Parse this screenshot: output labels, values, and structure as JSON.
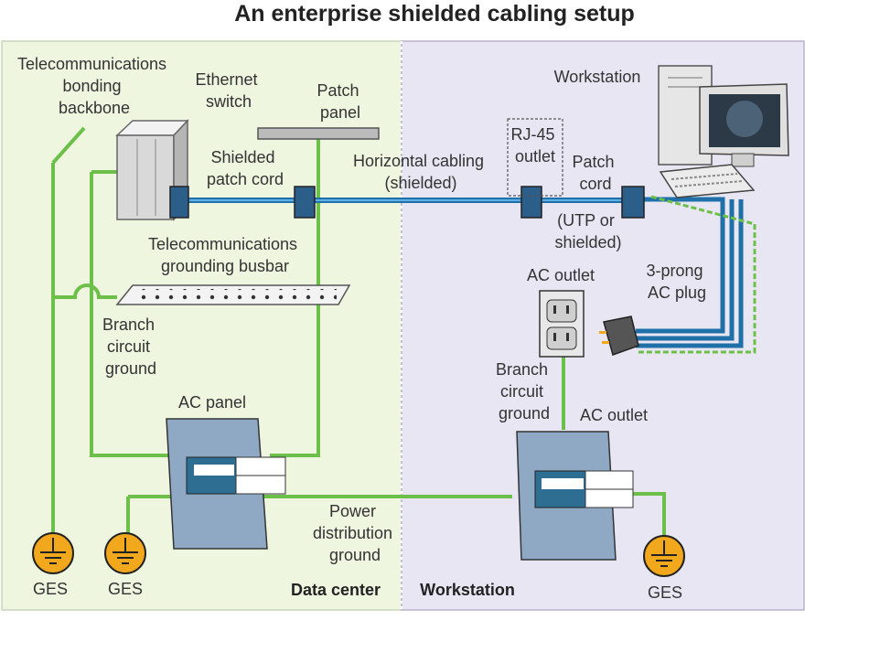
{
  "title": "An enterprise shielded cabling setup",
  "zones": {
    "left": "Data center",
    "right": "Workstation"
  },
  "labels": {
    "telecom_backbone": [
      "Telecommunications",
      "bonding",
      "backbone"
    ],
    "ethernet_switch": [
      "Ethernet",
      "switch"
    ],
    "patch_panel": [
      "Patch",
      "panel"
    ],
    "shielded_patch_cord": [
      "Shielded",
      "patch cord"
    ],
    "horizontal_cabling": [
      "Horizontal cabling",
      "(shielded)"
    ],
    "rj45_outlet": [
      "RJ-45",
      "outlet"
    ],
    "patch_cord_right": [
      "Patch",
      "cord"
    ],
    "utp_shielded": [
      "(UTP or",
      "shielded)"
    ],
    "workstation": "Workstation",
    "grounding_busbar": [
      "Telecommunications",
      "grounding busbar"
    ],
    "branch_ground_left": [
      "Branch",
      "circuit",
      "ground"
    ],
    "ac_panel": "AC panel",
    "ac_outlet_top": "AC outlet",
    "three_prong_plug": [
      "3-prong",
      "AC plug"
    ],
    "branch_ground_right": [
      "Branch",
      "circuit",
      "ground"
    ],
    "ac_outlet_bottom": "AC outlet",
    "power_distribution_ground": [
      "Power",
      "distribution",
      "ground"
    ],
    "ges": "GES"
  },
  "colors": {
    "left_zone": "#eef6e0",
    "right_zone": "#e9e6f3",
    "ground_wire": "#6cc04a",
    "data_cable": "#1f6fa8",
    "ges_fill": "#f2a81d",
    "panel_fill": "#8fa9c4"
  }
}
